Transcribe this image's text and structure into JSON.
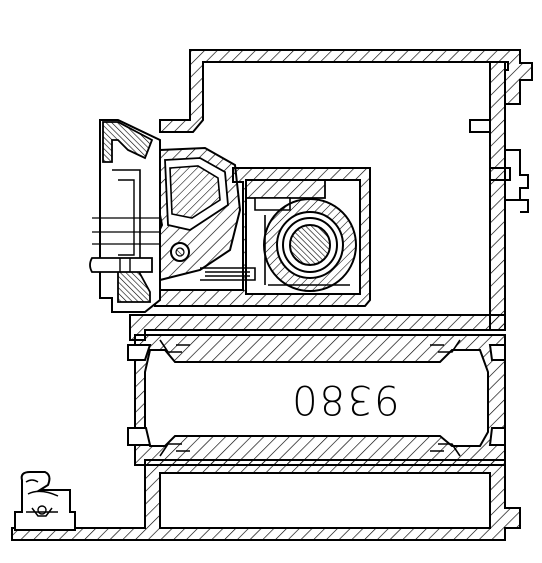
{
  "profile": {
    "part_number": "9380",
    "part_number_orientation": "mirrored-upside-down"
  },
  "colors": {
    "line": "#000000",
    "background": "#ffffff",
    "section_fill": "#ffffff"
  },
  "section_hatching": "diagonal"
}
